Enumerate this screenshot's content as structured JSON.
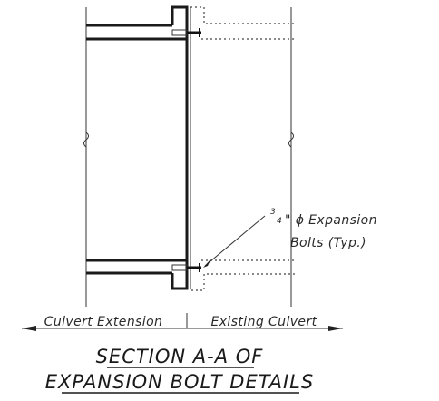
{
  "drawing": {
    "title_line1": "SECTION A-A OF",
    "title_line2": "EXPANSION BOLT DETAILS",
    "callout_fraction_numerator": "3",
    "callout_fraction_denominator": "4",
    "callout_line1_rest": "\" ϕ Expansion",
    "callout_line2": "Bolts (Typ.)",
    "label_left": "Culvert Extension",
    "label_right": "Existing Culvert"
  }
}
